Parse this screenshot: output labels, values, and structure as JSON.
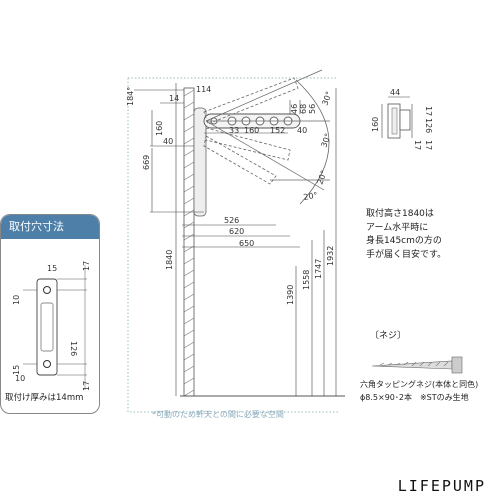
{
  "dimensions": {
    "angle_top": "184°",
    "d114": "114",
    "d14": "14",
    "d160_left": "160",
    "d40_left": "40",
    "d669": "669",
    "d46": "46",
    "d68": "68",
    "d56": "56",
    "d33": "33",
    "d160_mid": "160",
    "d152": "152",
    "d40_mid": "40",
    "angle_30_upper": "30°",
    "angle_30_lower": "30°",
    "angle_20_a": "20°",
    "angle_20_b": "20°",
    "d526": "526",
    "d620": "620",
    "d650": "650",
    "d1840": "1840",
    "d1390": "1390",
    "d1558": "1558",
    "d1747": "1747",
    "d1932": "1932"
  },
  "side_detail": {
    "d44": "44",
    "d17_top": "17",
    "d126": "126",
    "d17_bottom": "17",
    "d160": "160",
    "d17_left": "17"
  },
  "legend": {
    "title": "取付穴寸法",
    "d15_top": "15",
    "d17_top": "17",
    "d10_top": "10",
    "d126": "126",
    "d15_bottom": "15",
    "d10_bottom": "10",
    "d17_bottom": "17",
    "thickness_note": "取付け厚みは14mm"
  },
  "notes": {
    "height_note": [
      "取付高さ1840は",
      "アーム水平時に",
      "身長145cmの方の",
      "手が届く目安です。"
    ],
    "screw_title": "〔ネジ〕",
    "screw_desc": "六角タッピングネジ(本体と同色)",
    "screw_spec": "ϕ8.5×90･2本　※STのみ生地",
    "clearance_note": "*可動のため軒天との間に必要な空間"
  },
  "brand": "LIFEPUMP"
}
